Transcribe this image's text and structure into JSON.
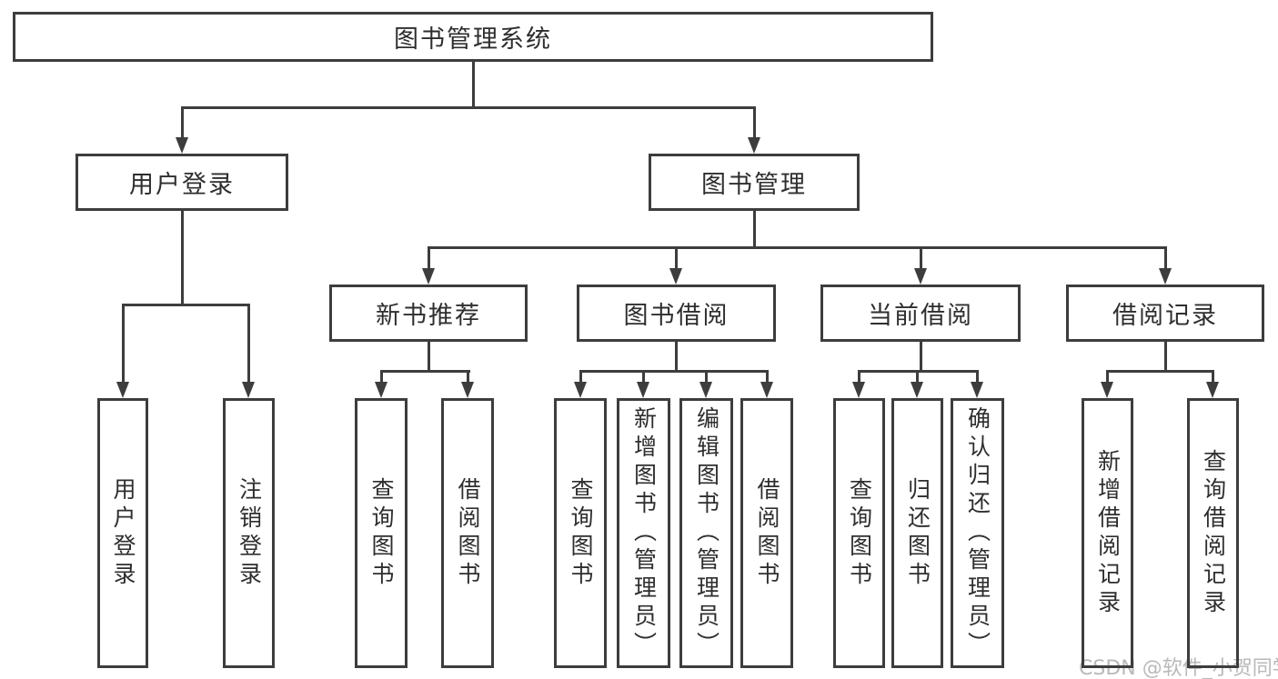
{
  "colors": {
    "line": "#3d3d3d",
    "text": "#2e2e2e",
    "background": "#ffffff",
    "watermark": "#b9b9b9"
  },
  "watermark": {
    "text": "CSDN @软件_小贺同学"
  },
  "tree": {
    "root": {
      "label": "图书管理系统"
    },
    "branches": [
      {
        "label": "用户登录",
        "children": [
          {
            "label": "用户登录"
          },
          {
            "label": "注销登录"
          }
        ]
      },
      {
        "label": "图书管理",
        "children": [
          {
            "label": "新书推荐",
            "children": [
              {
                "label": "查询图书"
              },
              {
                "label": "借阅图书"
              }
            ]
          },
          {
            "label": "图书借阅",
            "children": [
              {
                "label": "查询图书"
              },
              {
                "label": "新增图书（管理员）"
              },
              {
                "label": "编辑图书（管理员）"
              },
              {
                "label": "借阅图书"
              }
            ]
          },
          {
            "label": "当前借阅",
            "children": [
              {
                "label": "查询图书"
              },
              {
                "label": "归还图书"
              },
              {
                "label": "确认归还（管理员）"
              }
            ]
          },
          {
            "label": "借阅记录",
            "children": [
              {
                "label": "新增借阅记录"
              },
              {
                "label": "查询借阅记录"
              }
            ]
          }
        ]
      }
    ]
  }
}
